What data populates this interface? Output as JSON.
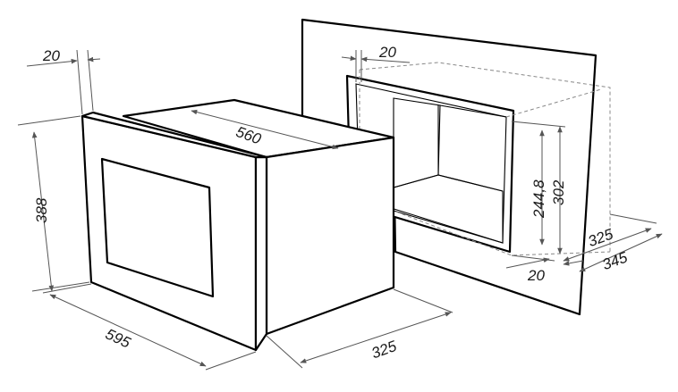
{
  "dimensions": {
    "front_width": "595",
    "front_height": "388",
    "front_frame_depth": "20",
    "body_depth_top": "560",
    "body_depth_side": "325",
    "niche_frame": "20",
    "niche_height_inner": "244,8",
    "niche_height_outer": "302",
    "niche_depth_inner": "325",
    "niche_depth_outer": "345",
    "niche_bottom_offset": "20"
  }
}
